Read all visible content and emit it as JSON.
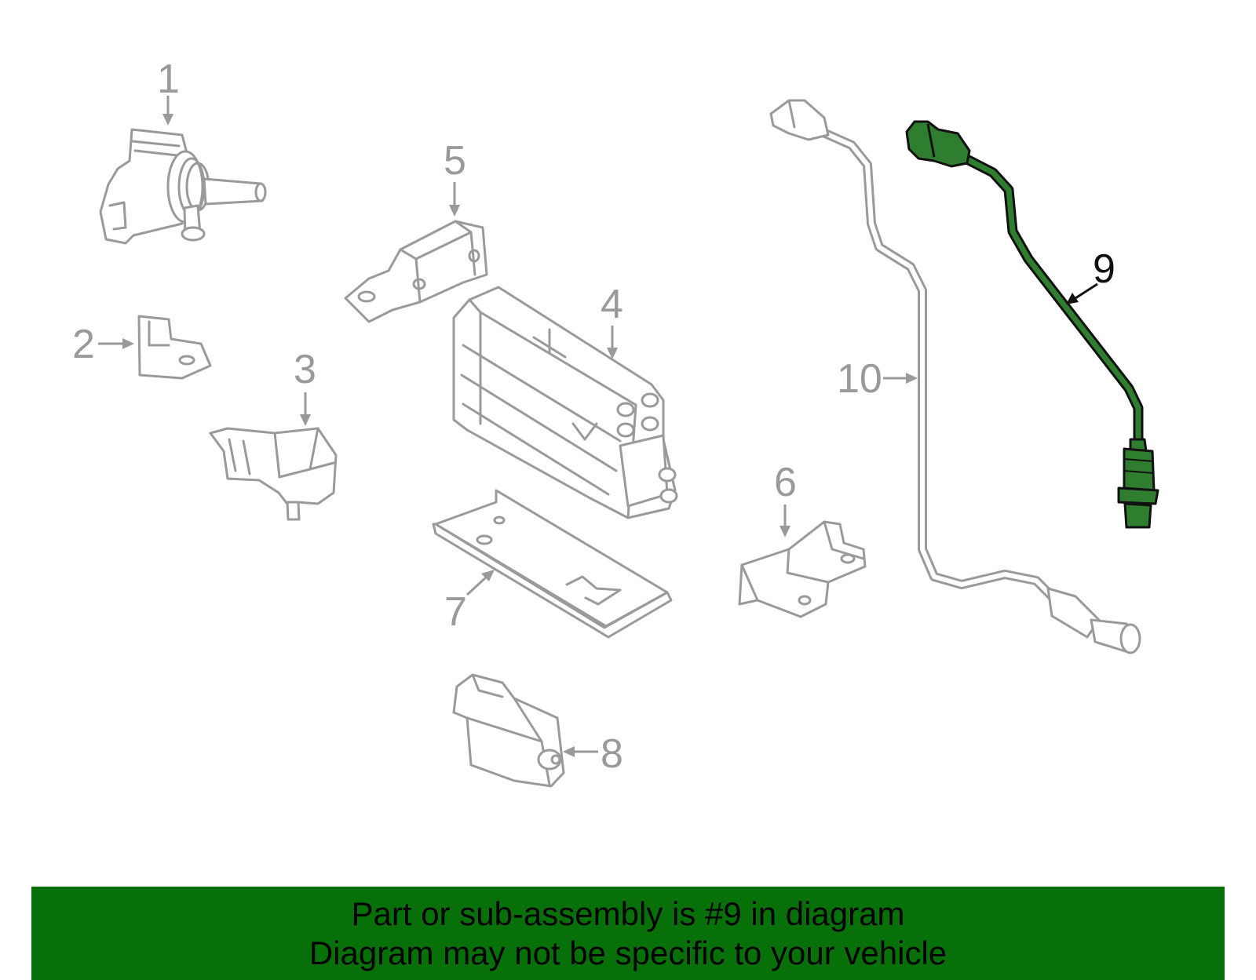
{
  "colors": {
    "banner_bg": "#087008",
    "highlight_part": "#2f7d2f",
    "part_outline": "#9a9a9a",
    "highlight_outline": "#111111"
  },
  "diagram": {
    "highlighted_part": "9",
    "callouts": [
      {
        "id": "c1",
        "label": "1"
      },
      {
        "id": "c2",
        "label": "2"
      },
      {
        "id": "c3",
        "label": "3"
      },
      {
        "id": "c4",
        "label": "4"
      },
      {
        "id": "c5",
        "label": "5"
      },
      {
        "id": "c6",
        "label": "6"
      },
      {
        "id": "c7",
        "label": "7"
      },
      {
        "id": "c8",
        "label": "8"
      },
      {
        "id": "c9",
        "label": "9"
      },
      {
        "id": "c10",
        "label": "10"
      }
    ]
  },
  "footer": {
    "line1": "Part or sub-assembly is #9 in diagram",
    "line2": "Diagram may not be specific to your vehicle"
  }
}
